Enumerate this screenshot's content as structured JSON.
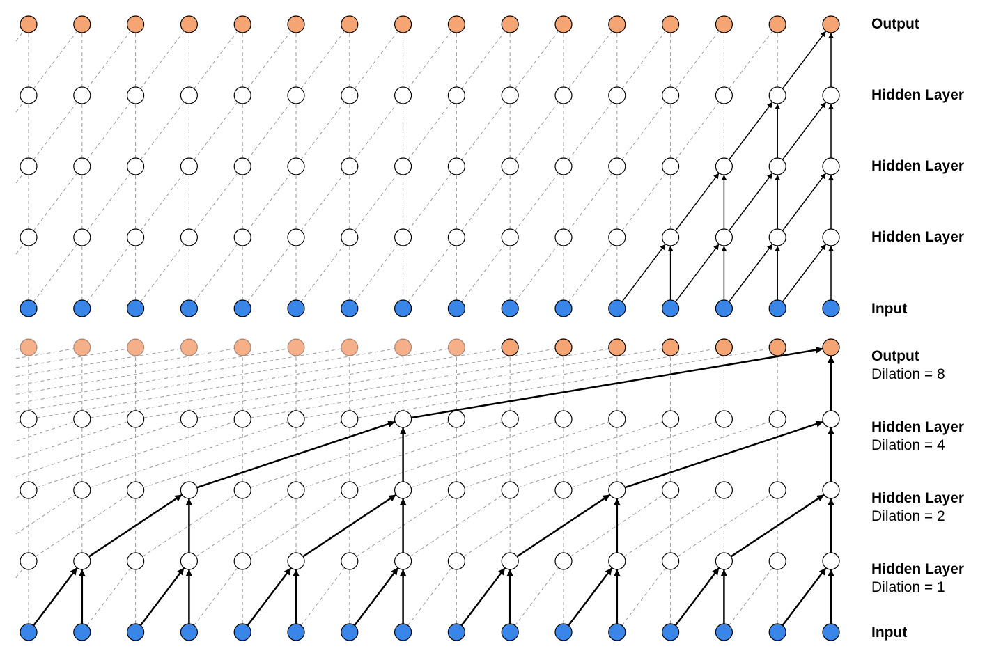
{
  "top_panel": {
    "labels": {
      "output": "Output",
      "hidden_3": "Hidden Layer",
      "hidden_2": "Hidden Layer",
      "hidden_1": "Hidden Layer",
      "input": "Input"
    },
    "nodes_per_layer": 16,
    "kernel_size": 2,
    "dilations": [
      1,
      1,
      1,
      1
    ]
  },
  "bottom_panel": {
    "labels": {
      "output": "Output",
      "output_dilation": "Dilation = 8",
      "hidden_3": "Hidden Layer",
      "hidden_3_dilation": "Dilation = 4",
      "hidden_2": "Hidden Layer",
      "hidden_2_dilation": "Dilation = 2",
      "hidden_1": "Hidden Layer",
      "hidden_1_dilation": "Dilation = 1",
      "input": "Input"
    },
    "nodes_per_layer": 16,
    "kernel_size": 2,
    "dilations": [
      1,
      2,
      4,
      8
    ]
  },
  "colors": {
    "input_fill": "#3a86e8",
    "output_fill": "#f5a474",
    "output_fill_faded": "#f5b08a",
    "hidden_fill": "#ffffff",
    "node_stroke": "#000000",
    "dashed_edge": "#9a9a9a",
    "active_edge": "#000000"
  }
}
